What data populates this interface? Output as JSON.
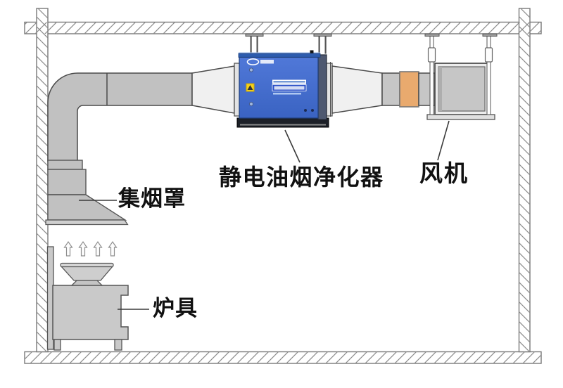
{
  "page": {
    "type": "kitchen-exhaust-purification-system-diagram",
    "background": "#ffffff"
  },
  "labels": {
    "hood": "集烟罩",
    "stove": "炉具",
    "purifier": "静电油烟净化器",
    "fan": "风机"
  },
  "colors": {
    "outline": "#555555",
    "hatch_line": "#8b8b8b",
    "duct_gray": "#c1c1c1",
    "cone_light": "#f0f0f0",
    "fan_gray": "#c6c6c6",
    "flex_connector_orange": "#e9aa6e",
    "purifier_blue": "#4a70d4",
    "purifier_lip_blue": "#2d5cae",
    "purifier_side_dark": "#4e5870",
    "purifier_base_black": "#1c2027",
    "warning_sticker_yellow": "#f6d118",
    "label_text": "#111111"
  },
  "icons": {
    "airflow": "up-arrow-icon",
    "airflow_count": 4
  }
}
